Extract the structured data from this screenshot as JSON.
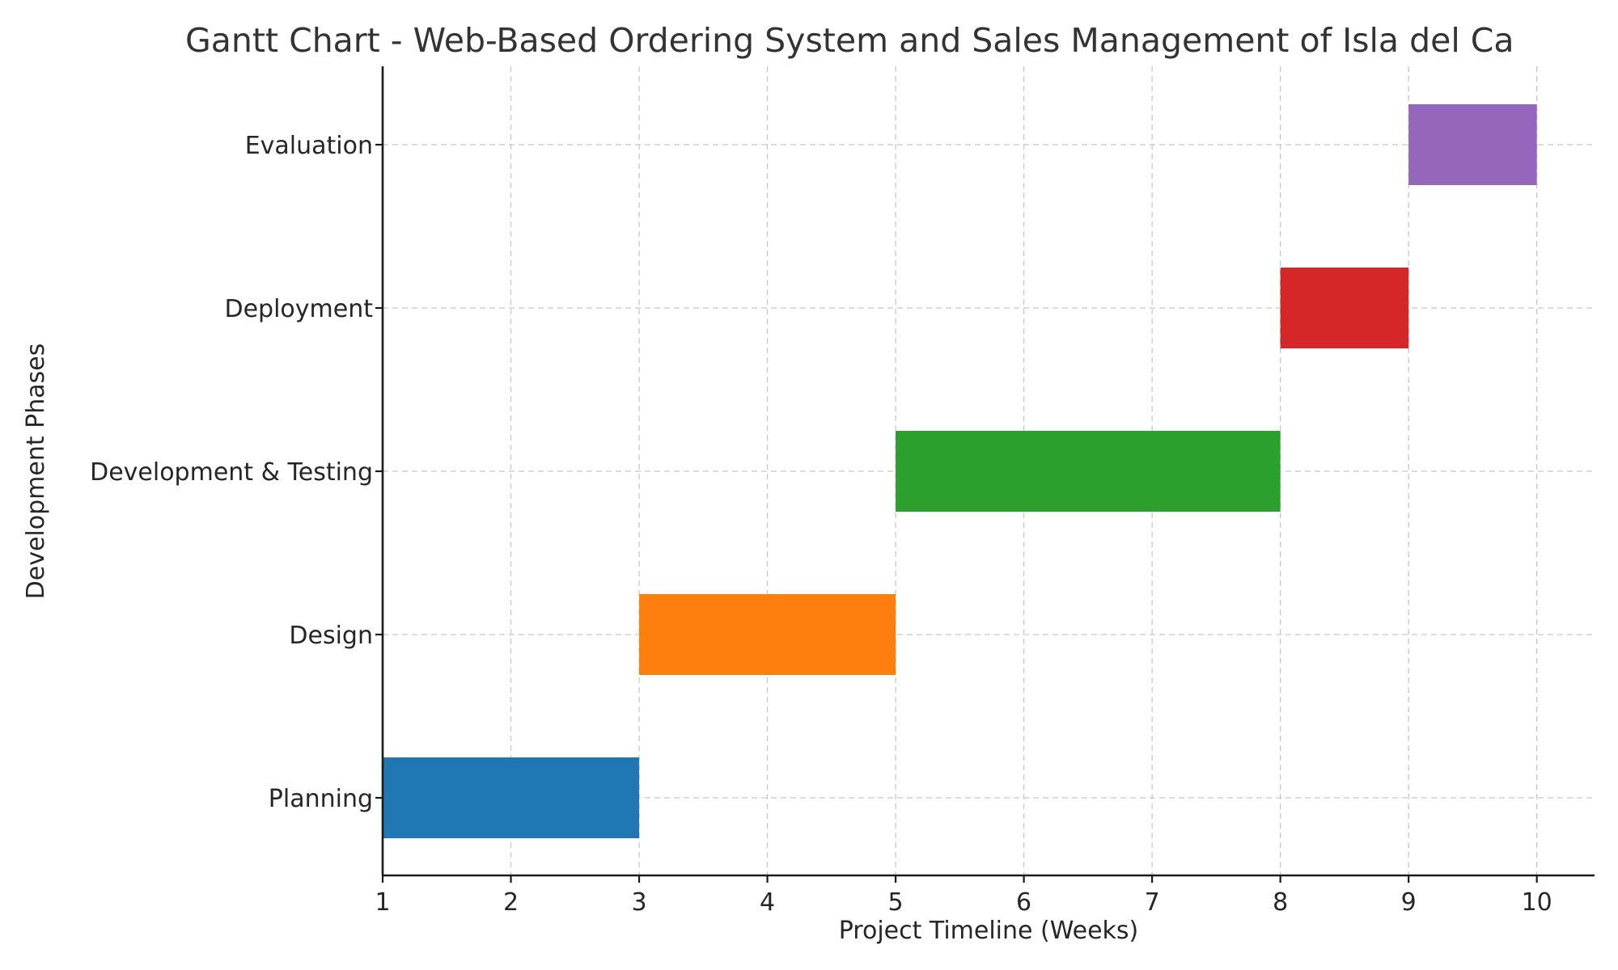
{
  "chart_data": {
    "type": "gantt",
    "title": "Gantt Chart - Web-Based Ordering System and Sales Management of Isla del Ca",
    "xlabel": "Project Timeline (Weeks)",
    "ylabel": "Development Phases",
    "xlim": [
      1,
      10.45
    ],
    "xticks": [
      1,
      2,
      3,
      4,
      5,
      6,
      7,
      8,
      9,
      10
    ],
    "grid": true,
    "tasks": [
      {
        "name": "Planning",
        "start": 1,
        "end": 3,
        "color": "#1f77b4"
      },
      {
        "name": "Design",
        "start": 3,
        "end": 5,
        "color": "#ff7f0e"
      },
      {
        "name": "Development & Testing",
        "start": 5,
        "end": 8,
        "color": "#2ca02c"
      },
      {
        "name": "Deployment",
        "start": 8,
        "end": 9,
        "color": "#d62728"
      },
      {
        "name": "Evaluation",
        "start": 9,
        "end": 10,
        "color": "#9467bd"
      }
    ]
  }
}
